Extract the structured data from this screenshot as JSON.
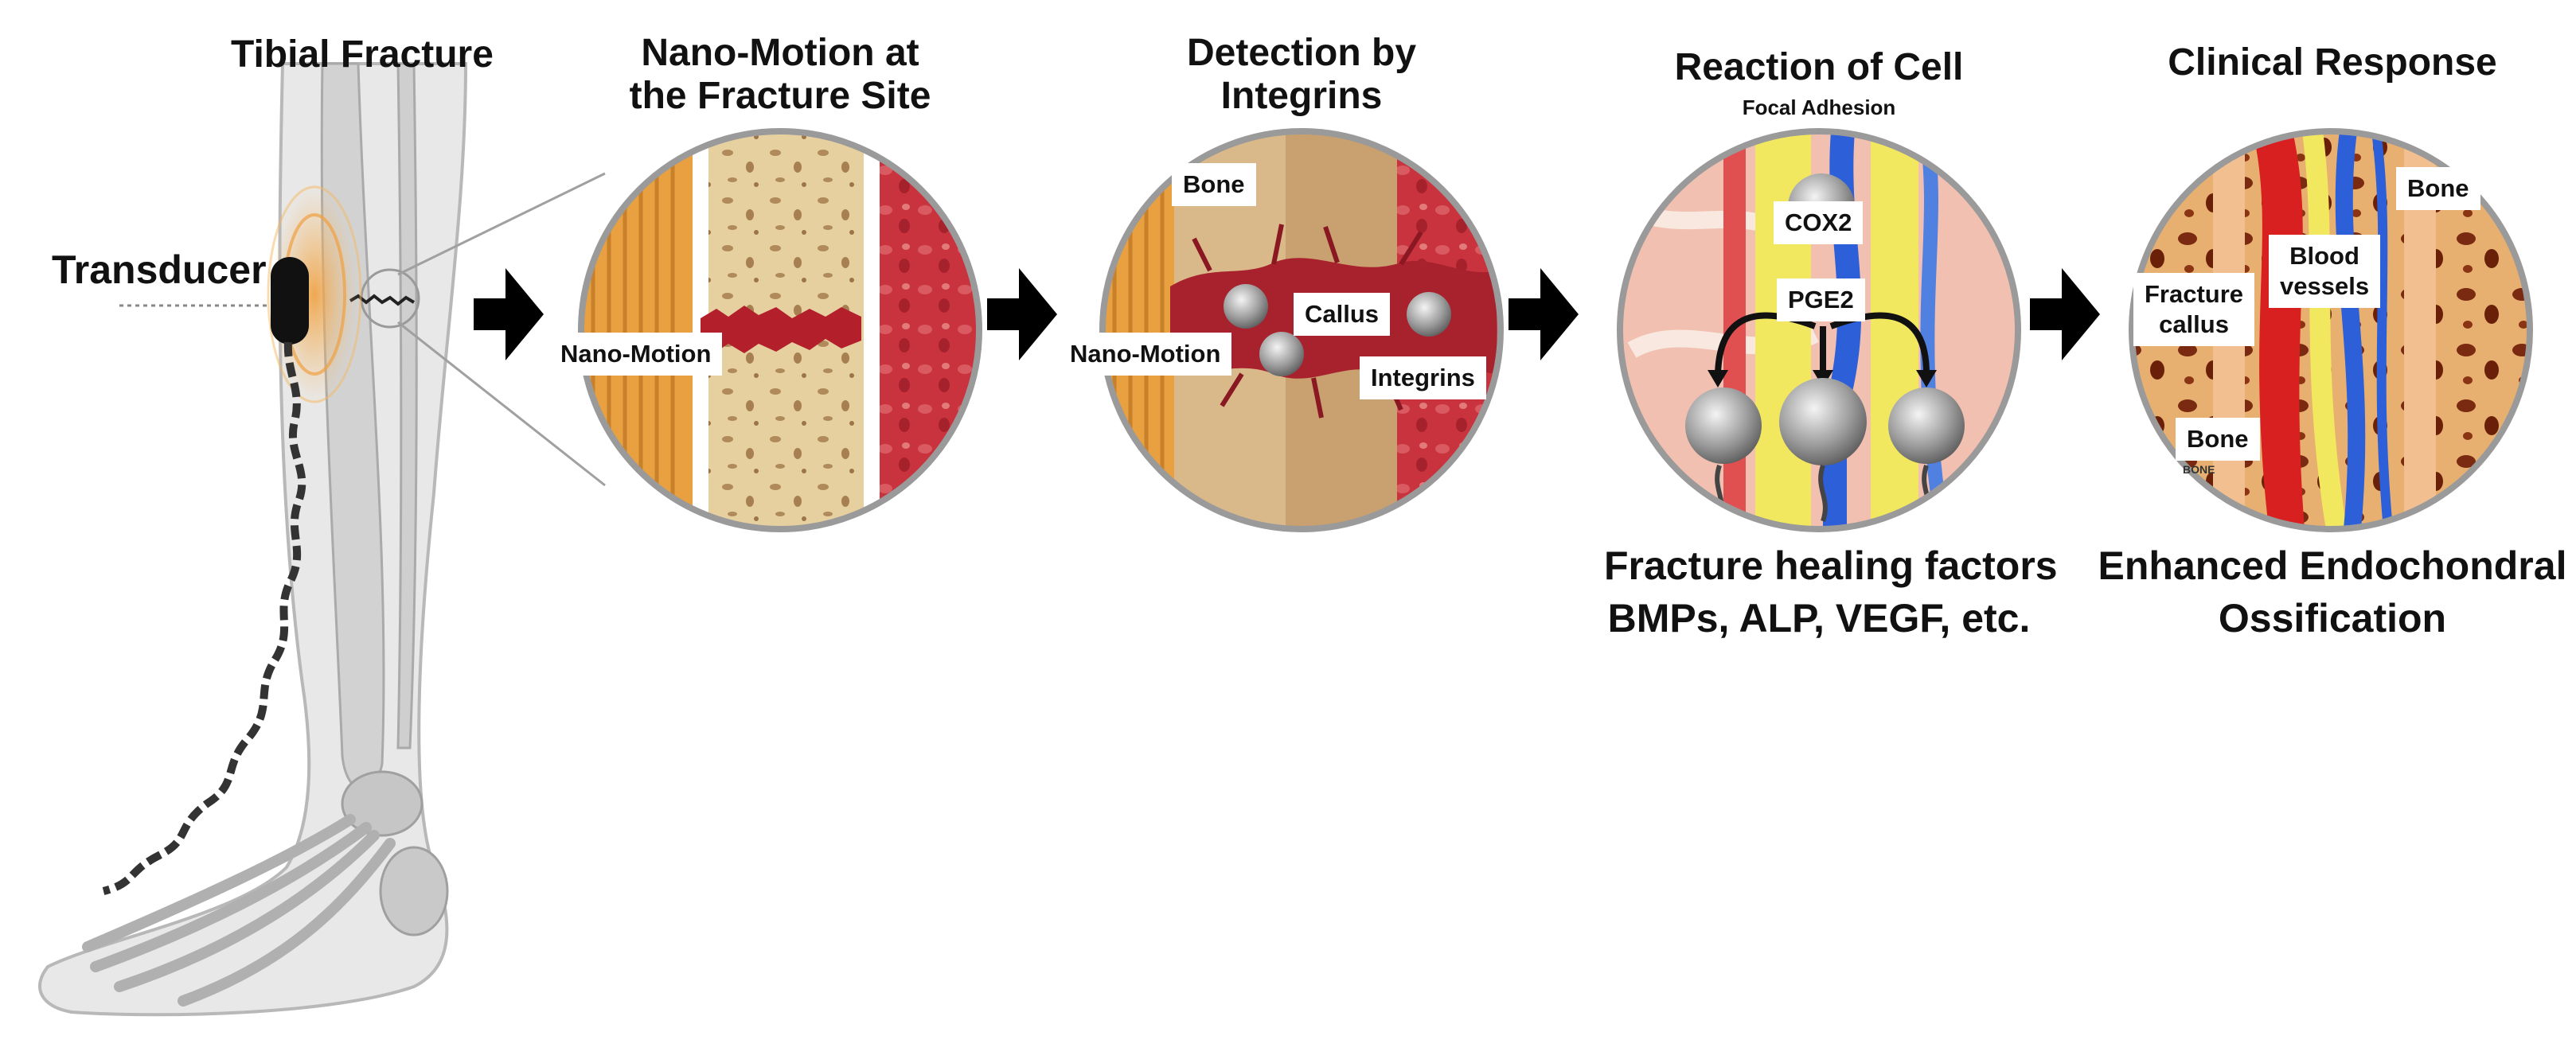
{
  "titles": {
    "tibial_fracture": "Tibial Fracture",
    "nano_motion_line1": "Nano-Motion at",
    "nano_motion_line2": "the Fracture Site",
    "detection_line1": "Detection by",
    "detection_line2": "Integrins",
    "reaction": "Reaction of Cell",
    "clinical": "Clinical Response"
  },
  "leg": {
    "transducer_label": "Transducer"
  },
  "panel_nano_motion": {
    "nano_motion_label": "Nano-Motion"
  },
  "panel_detection": {
    "bone_label": "Bone",
    "nano_motion_label": "Nano-Motion",
    "callus_label": "Callus",
    "integrins_label": "Integrins"
  },
  "panel_reaction": {
    "focal_adhesion_label": "Focal Adhesion",
    "cox2_label": "COX2",
    "pge2_label": "PGE2",
    "caption_line1": "Fracture healing factors",
    "caption_line2": "BMPs, ALP, VEGF, etc."
  },
  "panel_clinical": {
    "bone_top_label": "Bone",
    "fracture_callus_line1": "Fracture",
    "fracture_callus_line2": "callus",
    "blood_vessels_line1": "Blood",
    "blood_vessels_line2": "vessels",
    "bone_bottom_label": "Bone",
    "bone_tiny_label": "BONE",
    "caption_line1": "Enhanced Endochondral",
    "caption_line2": "Ossification"
  },
  "colors": {
    "bone": "#e8d3a8",
    "marrow_red": "#c0303b",
    "fracture_red": "#b3202c",
    "tendon_orange": "#e8a040",
    "vessel_blue": "#2d5fd8",
    "vessel_yellow": "#f2e860",
    "arrow": "#000000",
    "circle_border": "#9a9a9a"
  }
}
